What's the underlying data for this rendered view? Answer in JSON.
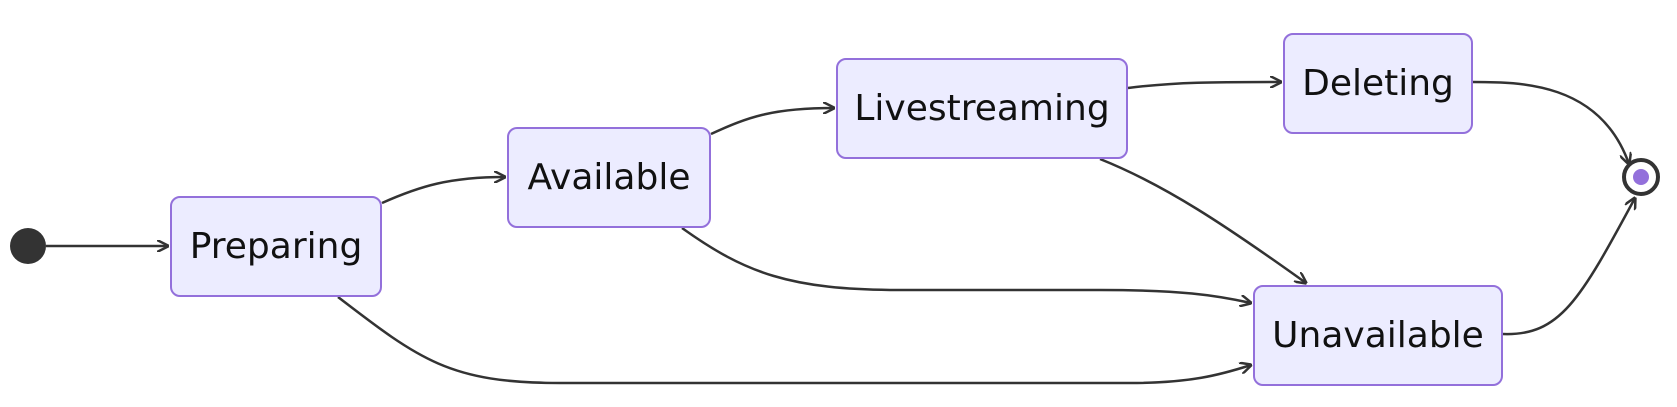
{
  "diagram": {
    "type": "state-diagram",
    "states": {
      "preparing": "Preparing",
      "available": "Available",
      "livestreaming": "Livestreaming",
      "deleting": "Deleting",
      "unavailable": "Unavailable"
    },
    "transitions": [
      {
        "from": "start",
        "to": "Preparing"
      },
      {
        "from": "Preparing",
        "to": "Available"
      },
      {
        "from": "Preparing",
        "to": "Unavailable"
      },
      {
        "from": "Available",
        "to": "Livestreaming"
      },
      {
        "from": "Available",
        "to": "Unavailable"
      },
      {
        "from": "Livestreaming",
        "to": "Deleting"
      },
      {
        "from": "Livestreaming",
        "to": "Unavailable"
      },
      {
        "from": "Deleting",
        "to": "end"
      },
      {
        "from": "Unavailable",
        "to": "end"
      }
    ],
    "colors": {
      "node_fill": "#ececff",
      "node_border": "#9370db",
      "edge": "#333333",
      "start": "#333333",
      "end_inner": "#9370db"
    }
  }
}
